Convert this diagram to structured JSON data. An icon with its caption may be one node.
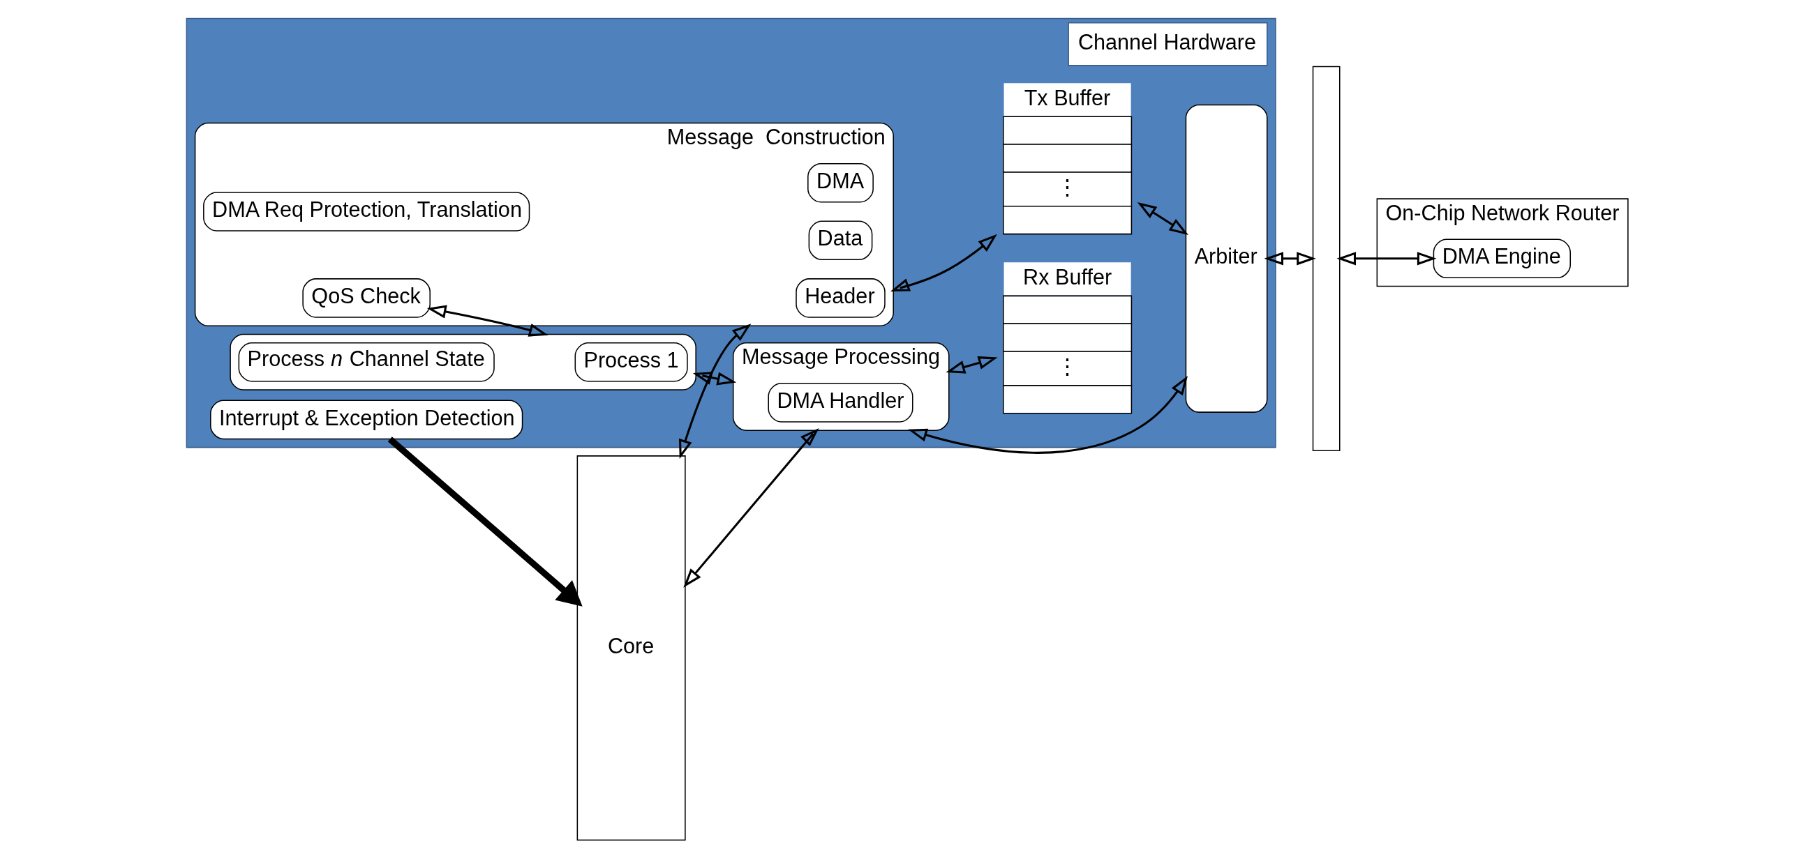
{
  "diagram": {
    "nodes": [
      {
        "text": [
          "Core"
        ]
      },
      {
        "text": [
          "Channel Hardware"
        ]
      },
      {
        "text": [
          "Message  Construction"
        ],
        "in": 1
      },
      {
        "text": [
          "Header"
        ],
        "in": 2
      },
      {
        "text": [
          "Data"
        ],
        "in": 2
      },
      {
        "text": [
          "DMA"
        ],
        "in": 2
      },
      {
        "text": [
          "DMA Req Protection, Translation"
        ],
        "in": 2
      },
      {
        "text": [
          "QoS Check"
        ],
        "in": 2
      },
      {
        "text": [
          "Tx Buffer",
          "⋮"
        ],
        "in": 1
      },
      {
        "text": [
          "Interrupt & Exception Detection"
        ],
        "in": 1
      },
      {
        "text": [],
        "shape": "box",
        "in": 1
      },
      {
        "text": [
          "Process 1"
        ],
        "in": 10
      },
      {
        "text": [
          "Process *n* Channel State"
        ],
        "in": 10
      },
      {
        "text": [
          "Rx Buffer",
          "⋮"
        ],
        "in": 1
      },
      {
        "text": [
          "Message Processing"
        ],
        "in": 1
      },
      {
        "text": [
          "DMA Handler"
        ],
        "in": 14
      },
      {
        "text": [
          "Arbiter"
        ],
        "in": 1
      },
      {
        "text": [],
        "shape": "bar"
      },
      {
        "text": [
          "On-Chip Network Router"
        ]
      },
      {
        "text": [
          "DMA Engine"
        ],
        "in": 18
      }
    ],
    "edges": [
      {
        "from": 0,
        "to": 2,
        "arrow": "both"
      },
      {
        "from": 0,
        "to": 14,
        "arrow": "both"
      },
      {
        "from": 9,
        "to": 0,
        "arrow": "to",
        "style": "thick"
      },
      {
        "from": 2,
        "to": 8,
        "arrow": "both"
      },
      {
        "from": 7,
        "to": 10,
        "arrow": "both"
      },
      {
        "from": 8,
        "to": 16,
        "arrow": "both"
      },
      {
        "from": 10,
        "to": 14,
        "arrow": "both"
      },
      {
        "from": 14,
        "to": 13,
        "arrow": "both"
      },
      {
        "from": 14,
        "to": 16,
        "arrow": "both"
      },
      {
        "from": 16,
        "to": 17,
        "arrow": "both"
      },
      {
        "from": 17,
        "to": 19,
        "arrow": "both"
      }
    ]
  }
}
